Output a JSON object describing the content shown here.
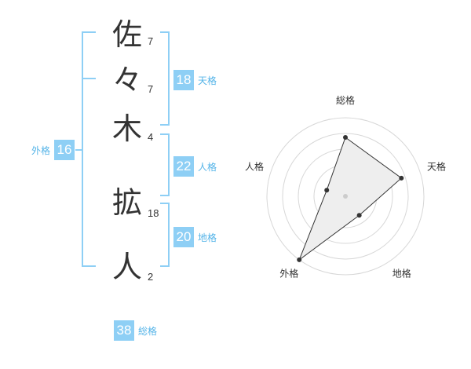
{
  "name": {
    "chars": [
      {
        "char": "佐",
        "strokes": "7"
      },
      {
        "char": "々",
        "strokes": "7"
      },
      {
        "char": "木",
        "strokes": "4"
      },
      {
        "char": "拡",
        "strokes": "18"
      },
      {
        "char": "人",
        "strokes": "2"
      }
    ]
  },
  "kaku": {
    "tenkaku": {
      "label": "天格",
      "value": "18"
    },
    "jinkaku": {
      "label": "人格",
      "value": "22"
    },
    "chikaku": {
      "label": "地格",
      "value": "20"
    },
    "gaikaku": {
      "label": "外格",
      "value": "16"
    },
    "soukaku": {
      "label": "総格",
      "value": "38"
    }
  },
  "radar": {
    "labels": [
      "総格",
      "天格",
      "地格",
      "外格",
      "人格"
    ],
    "values": [
      0.75,
      0.75,
      0.3,
      1.0,
      0.25
    ],
    "colors": {
      "ring": "#d7d7d7",
      "fill": "#eeeeee",
      "line": "#333333",
      "point": "#333333",
      "center": "#cccccc"
    }
  }
}
